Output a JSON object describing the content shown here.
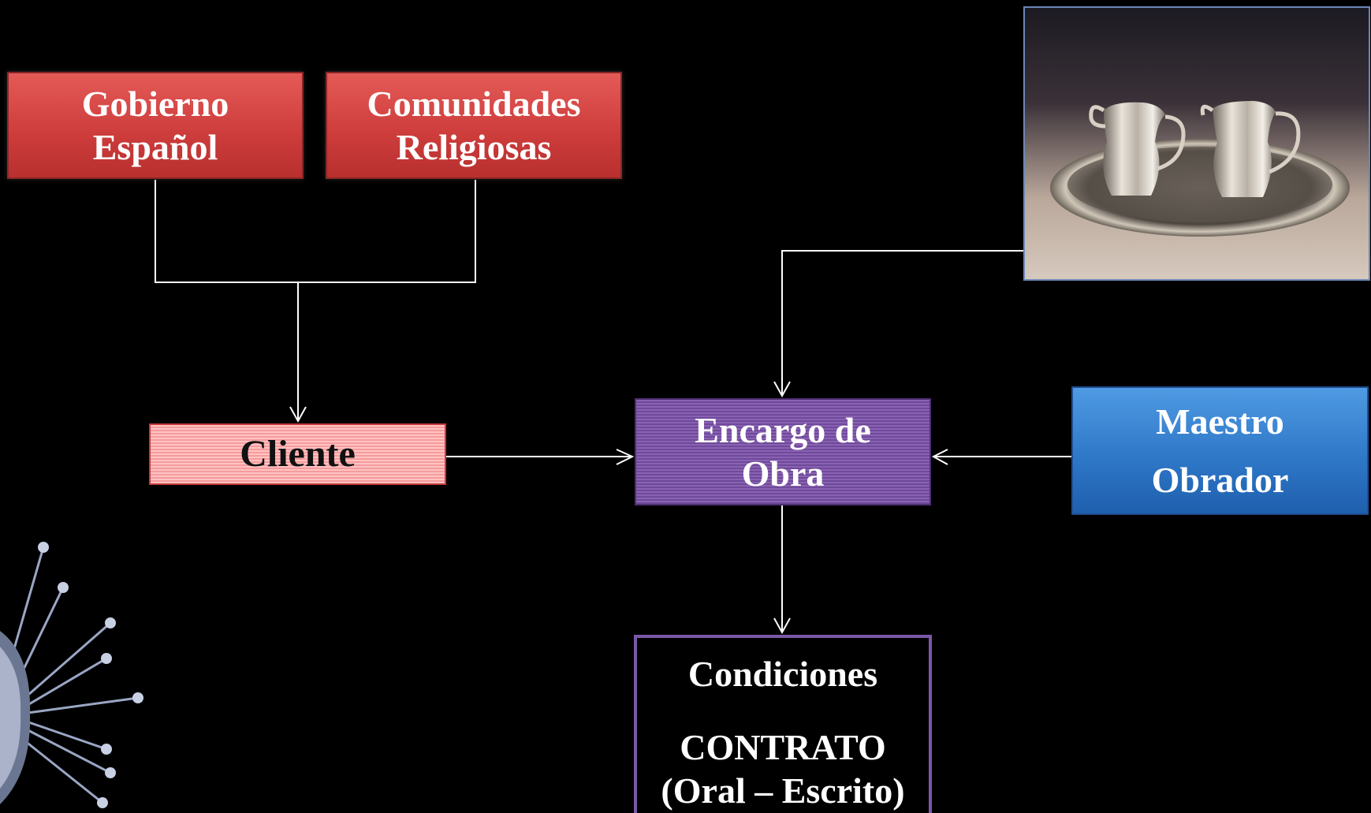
{
  "nodes": {
    "gobierno": {
      "line1": "Gobierno",
      "line2": "Español"
    },
    "comunidades": {
      "line1": "Comunidades",
      "line2": "Religiosas"
    },
    "cliente": {
      "label": "Cliente"
    },
    "encargo": {
      "line1": "Encargo de",
      "line2": "Obra"
    },
    "maestro": {
      "line1": "Maestro",
      "line2": "Obrador"
    },
    "condiciones": {
      "line1": "Condiciones",
      "line2": "CONTRATO",
      "line3": "(Oral – Escrito)"
    }
  },
  "colors": {
    "red_box": "#cc3c3b",
    "pink_box": "#f59b9c",
    "purple_box": "#7a58a8",
    "blue_box": "#2f78c8",
    "connector": "#ffffff",
    "background": "#000000"
  },
  "image": {
    "subject": "silver cream jugs on tray"
  },
  "decoration": {
    "icon": "sun-ornament-icon"
  }
}
